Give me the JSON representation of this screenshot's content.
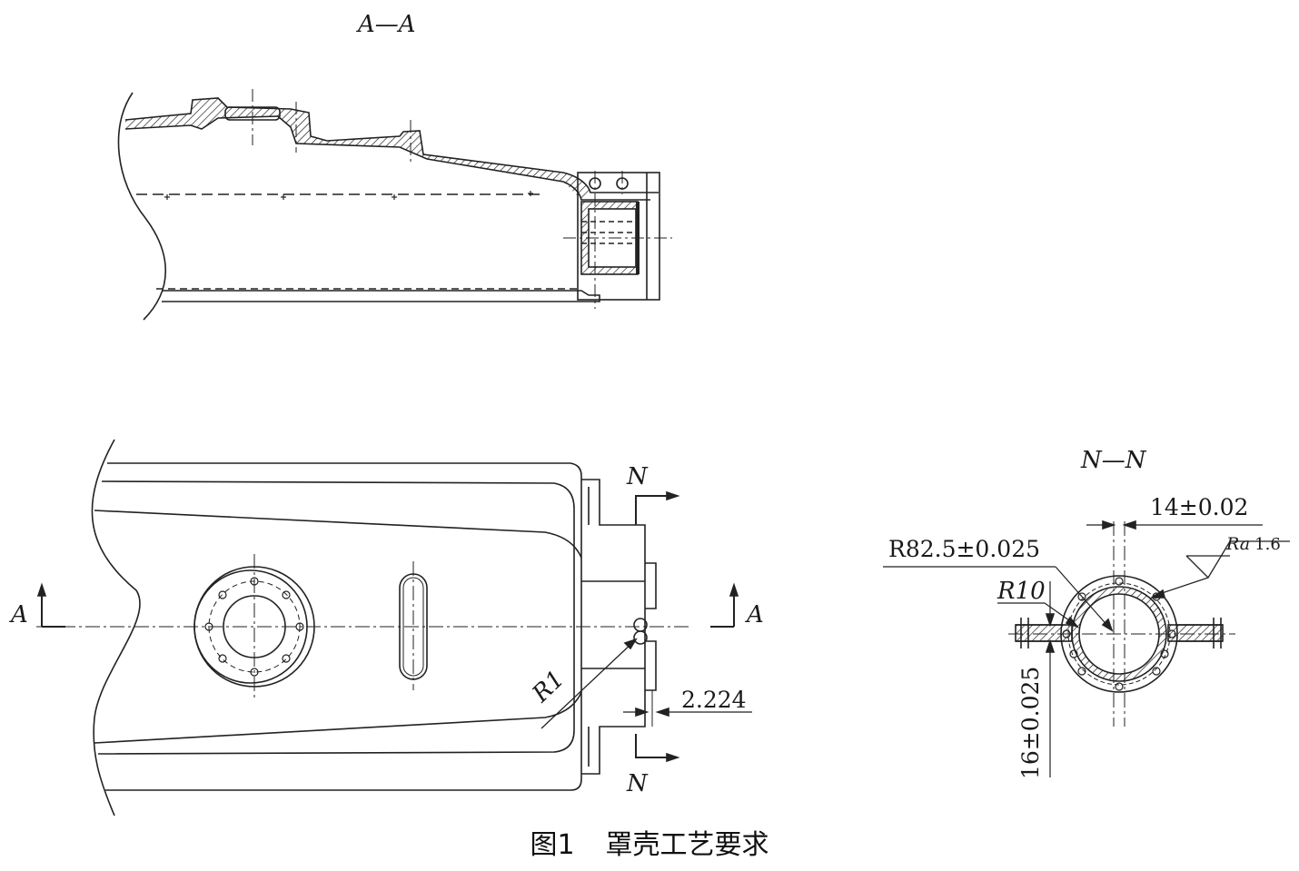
{
  "views": {
    "section_aa": {
      "title": "A—A"
    },
    "section_nn": {
      "title": "N—N"
    }
  },
  "markers": {
    "a_left": "A",
    "a_right": "A",
    "n_top": "N",
    "n_bottom": "N"
  },
  "dimensions": {
    "radius_r1": "R1",
    "offset": "2.224",
    "width_tol": "14±0.02",
    "radius_r82": "R82.5±0.025",
    "radius_r10": "R10",
    "roughness_prefix": "Ra",
    "roughness_value": "1.6",
    "height_tol": "16±0.025"
  },
  "caption": {
    "number": "图1",
    "text": "罩壳工艺要求"
  }
}
